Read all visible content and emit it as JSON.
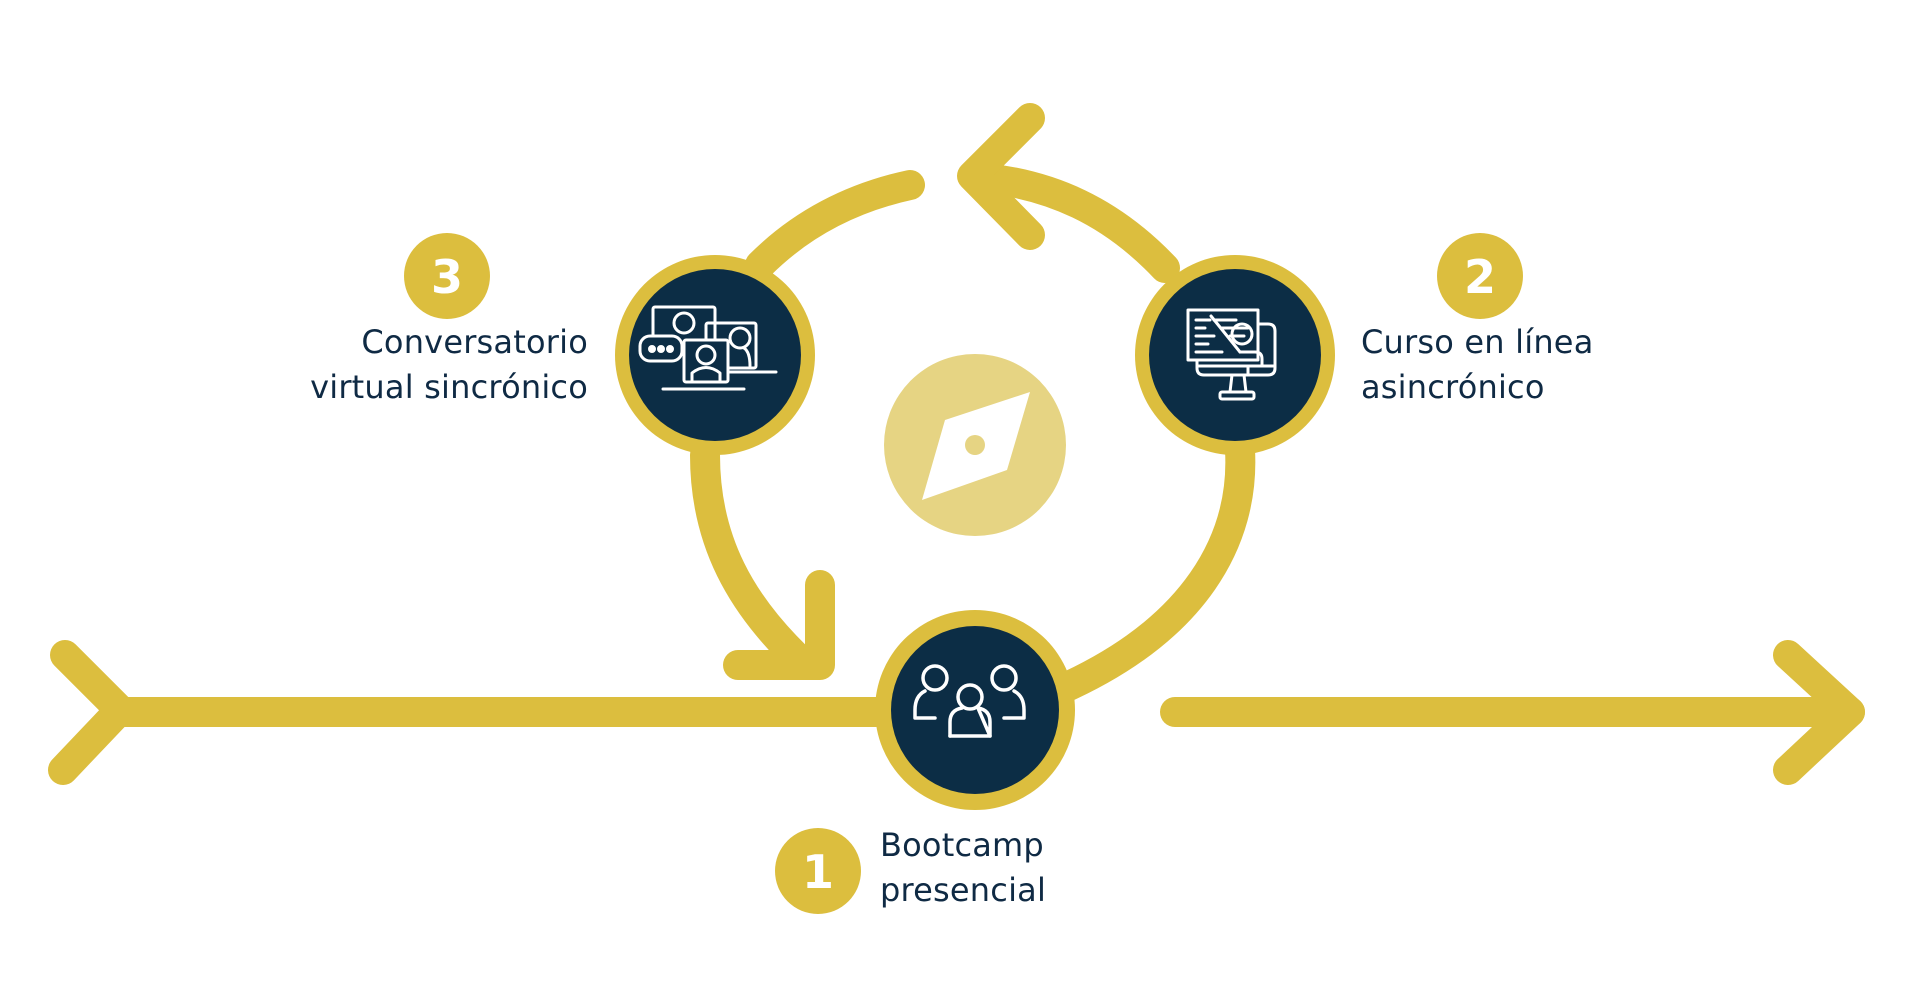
{
  "diagram": {
    "title": "Ciclo de aprendizaje",
    "colors": {
      "accent": "#dcbe3e",
      "accent_light": "#e6d483",
      "node_fill": "#0c2d45",
      "text": "#0f2a44",
      "icon_stroke": "#ffffff",
      "background": "#ffffff"
    },
    "steps": [
      {
        "number": "1",
        "label_line1": "Bootcamp",
        "label_line2": "presencial",
        "icon": "people-group-icon"
      },
      {
        "number": "2",
        "label_line1": "Curso en línea",
        "label_line2": "asincrónico",
        "icon": "online-teacher-monitor-icon"
      },
      {
        "number": "3",
        "label_line1": "Conversatorio",
        "label_line2": "virtual sincrónico",
        "icon": "video-conference-icon"
      }
    ],
    "center_icon": "compass-icon",
    "flow": "1 → 2 → 3 → 1 (ciclo) sobre una línea de tiempo izquierda → derecha"
  }
}
